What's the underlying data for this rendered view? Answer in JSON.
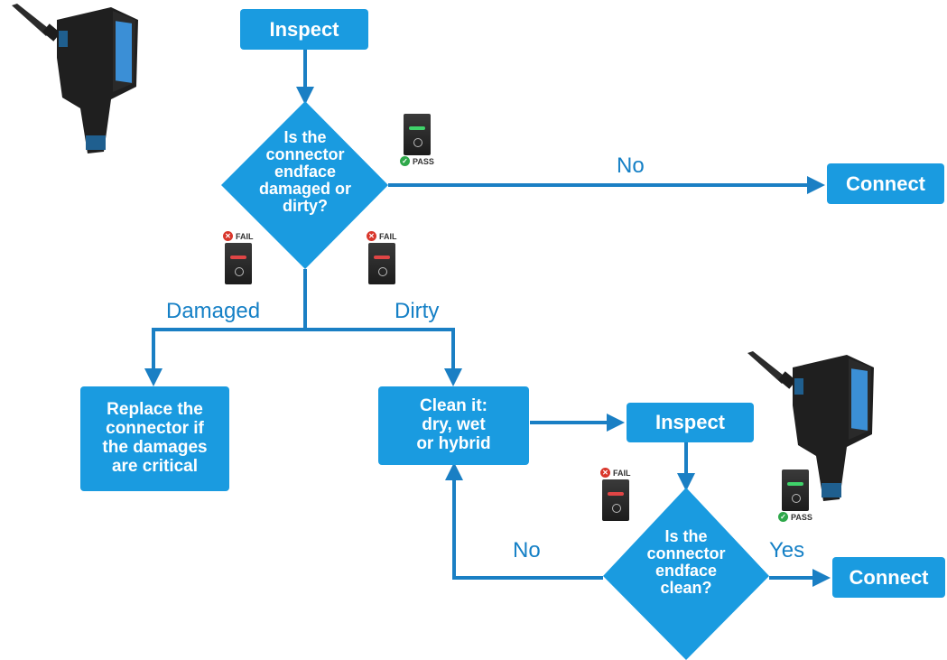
{
  "nodes": {
    "inspect_top": "Inspect",
    "decision_top": "Is the\nconnector\nendface\ndamaged or\ndirty?",
    "connect_top": "Connect",
    "replace": "Replace the\nconnector if\nthe damages\nare critical",
    "clean": "Clean it:\ndry, wet\nor hybrid",
    "inspect_bottom": "Inspect",
    "decision_bottom": "Is the\nconnector\nendface\nclean?",
    "connect_bottom": "Connect"
  },
  "edge_labels": {
    "no_top": "No",
    "damaged": "Damaged",
    "dirty": "Dirty",
    "no_bottom": "No",
    "yes": "Yes"
  },
  "status": {
    "pass_label": "PASS",
    "fail_label": "FAIL",
    "pass_color": "#2ea84a",
    "fail_color": "#d9362b"
  },
  "colors": {
    "node": "#1a9be0",
    "arrow": "#1a7fc4",
    "label": "#1580c6"
  },
  "icons": [
    "fiber-inspection-probe-icon"
  ]
}
